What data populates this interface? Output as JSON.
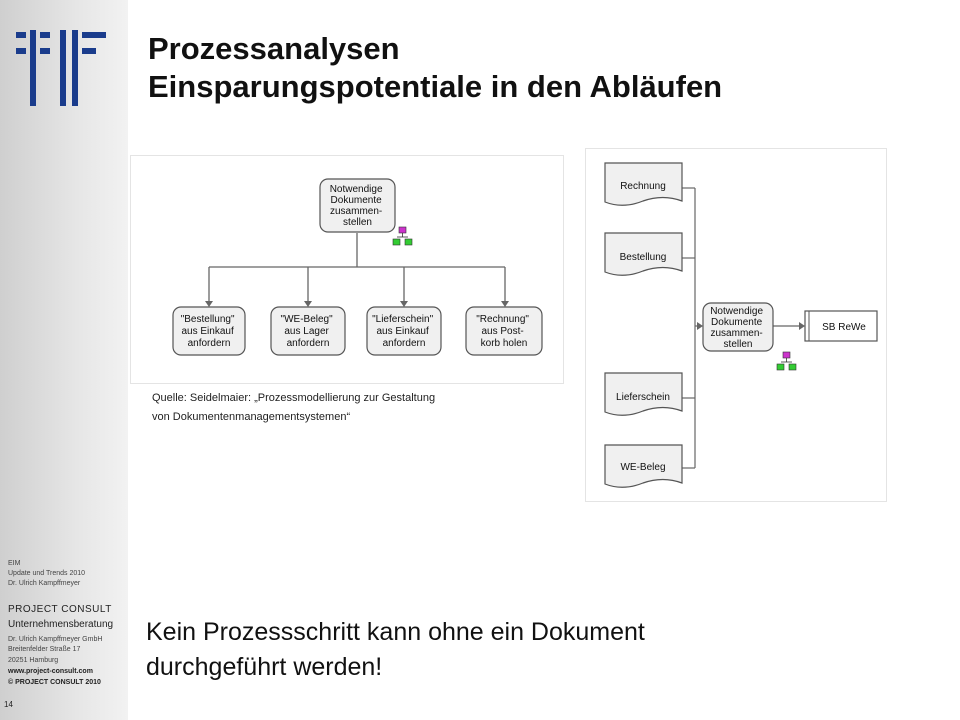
{
  "slide": {
    "title_line1": "Prozessanalysen",
    "title_line2": "Einsparungspotentiale in den Abläufen",
    "caption_line1": "Quelle: Seidelmaier: „Prozessmodellierung zur Gestaltung",
    "caption_line2": "von Dokumentenmanagementsystemen“",
    "bottom_line1": "Kein Prozessschritt kann ohne ein Dokument",
    "bottom_line2": "durchgeführt werden!"
  },
  "sidebar": {
    "line1": "EIM",
    "line2": "Update und Trends 2010",
    "line3": "Dr. Ulrich Kampffmeyer",
    "brand": "PROJECT CONSULT",
    "subbrand": "Unternehmensberatung",
    "company": "Dr. Ulrich Kampffmeyer GmbH",
    "street": "Breitenfelder Straße 17",
    "city": "20251 Hamburg",
    "web": "www.project-consult.com",
    "copyright": "© PROJECT CONSULT 2010",
    "page_number": "14"
  },
  "diagram_left": {
    "root": [
      "Notwendige",
      "Dokumente",
      "zusammen-",
      "stellen"
    ],
    "children": [
      [
        "\"Bestellung\"",
        "aus Einkauf",
        "anfordern"
      ],
      [
        "\"WE-Beleg\"",
        "aus Lager",
        "anfordern"
      ],
      [
        "\"Lieferschein\"",
        "aus Einkauf",
        "anfordern"
      ],
      [
        "\"Rechnung\"",
        "aus Post-",
        "korb holen"
      ]
    ]
  },
  "diagram_right": {
    "documents": [
      "Rechnung",
      "Bestellung",
      "Lieferschein",
      "WE-Beleg"
    ],
    "center": [
      "Notwendige",
      "Dokumente",
      "zusammen-",
      "stellen"
    ],
    "target": "SB ReWe"
  },
  "colors": {
    "box_fill": "#f0f0f0",
    "box_stroke": "#555555",
    "org_magenta": "#cc33cc",
    "org_green": "#33cc33",
    "logo_blue": "#1a3c8c"
  }
}
